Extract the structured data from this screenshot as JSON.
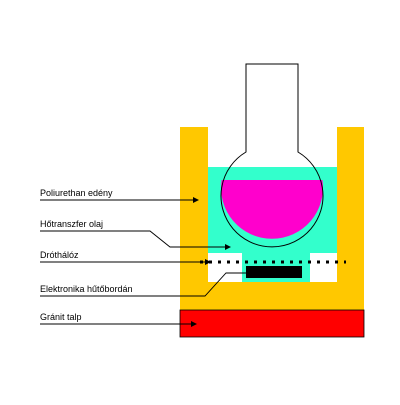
{
  "labels": {
    "vessel": "Poliurethan edény",
    "oil": "Hőtranszfer olaj",
    "mesh": "Dróthálóz",
    "heatsink": "Elektronika hűtőbordán",
    "base": "Gránit talp"
  },
  "colors": {
    "vessel": "#FFC800",
    "oil": "#33FFCC",
    "flask_fill": "#FF00CC",
    "base": "#FF0000",
    "heatsink": "#000000",
    "flask_outline": "#000000",
    "leader": "#000000",
    "mesh_dots": "#000000",
    "background": "#FFFFFF"
  },
  "icons": {
    "pointer": "arrowhead"
  }
}
